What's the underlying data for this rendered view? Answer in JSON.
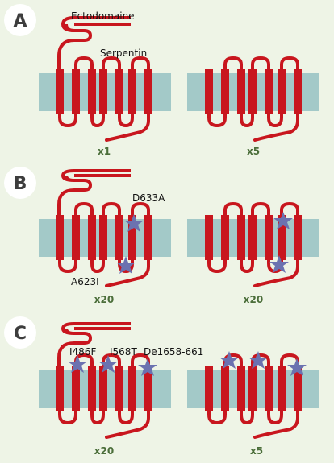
{
  "panels": [
    {
      "letter": "A",
      "labels": {
        "ectodomain": "Ectodomaine",
        "serpentin": "Serpentin"
      },
      "left_multiplier": "x1",
      "right_multiplier": "x5"
    },
    {
      "letter": "B",
      "labels": {
        "mut_top": "D633A",
        "mut_bottom": "A623I"
      },
      "left_multiplier": "x20",
      "right_multiplier": "x20"
    },
    {
      "letter": "C",
      "labels": {
        "mut1": "I486F",
        "mut2": "I568T",
        "mut3": "De1658-661"
      },
      "left_multiplier": "x20",
      "right_multiplier": "x5"
    }
  ],
  "colors": {
    "membrane": "#a3c9c8",
    "receptor": "#c8161e",
    "mutation_star": "#6b72b0",
    "badge": "#ffffff",
    "background": "#eef4e6"
  },
  "icons": {
    "mutation": "star-icon",
    "panel_badge": "circle-badge"
  }
}
